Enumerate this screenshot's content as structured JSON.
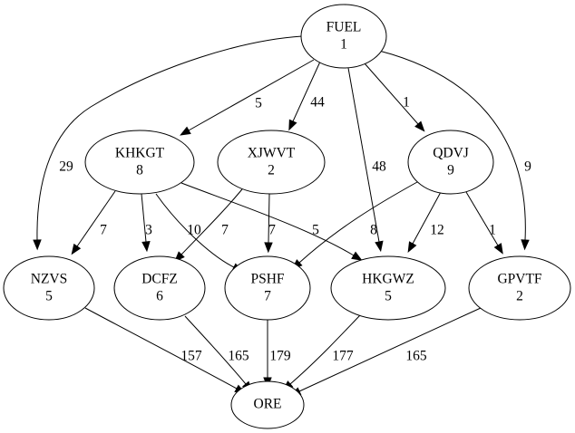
{
  "nodes": [
    {
      "id": "FUEL",
      "name": "FUEL",
      "value": "1"
    },
    {
      "id": "KHKGT",
      "name": "KHKGT",
      "value": "8"
    },
    {
      "id": "XJWVT",
      "name": "XJWVT",
      "value": "2"
    },
    {
      "id": "QDVJ",
      "name": "QDVJ",
      "value": "9"
    },
    {
      "id": "NZVS",
      "name": "NZVS",
      "value": "5"
    },
    {
      "id": "DCFZ",
      "name": "DCFZ",
      "value": "6"
    },
    {
      "id": "PSHF",
      "name": "PSHF",
      "value": "7"
    },
    {
      "id": "HKGWZ",
      "name": "HKGWZ",
      "value": "5"
    },
    {
      "id": "GPVTF",
      "name": "GPVTF",
      "value": "2"
    },
    {
      "id": "ORE",
      "name": "ORE",
      "value": ""
    }
  ],
  "edges": [
    {
      "from": "FUEL",
      "to": "NZVS",
      "label": "29"
    },
    {
      "from": "FUEL",
      "to": "KHKGT",
      "label": "5"
    },
    {
      "from": "FUEL",
      "to": "XJWVT",
      "label": "44"
    },
    {
      "from": "FUEL",
      "to": "HKGWZ",
      "label": "48"
    },
    {
      "from": "FUEL",
      "to": "QDVJ",
      "label": "1"
    },
    {
      "from": "FUEL",
      "to": "GPVTF",
      "label": "9"
    },
    {
      "from": "KHKGT",
      "to": "NZVS",
      "label": "7"
    },
    {
      "from": "KHKGT",
      "to": "DCFZ",
      "label": "3"
    },
    {
      "from": "KHKGT",
      "to": "PSHF",
      "label": "10"
    },
    {
      "from": "KHKGT",
      "to": "HKGWZ",
      "label": "5"
    },
    {
      "from": "XJWVT",
      "to": "DCFZ",
      "label": "7"
    },
    {
      "from": "XJWVT",
      "to": "PSHF",
      "label": "7"
    },
    {
      "from": "QDVJ",
      "to": "PSHF",
      "label": "8"
    },
    {
      "from": "QDVJ",
      "to": "HKGWZ",
      "label": "12"
    },
    {
      "from": "QDVJ",
      "to": "GPVTF",
      "label": "1"
    },
    {
      "from": "NZVS",
      "to": "ORE",
      "label": "157"
    },
    {
      "from": "DCFZ",
      "to": "ORE",
      "label": "165"
    },
    {
      "from": "PSHF",
      "to": "ORE",
      "label": "179"
    },
    {
      "from": "HKGWZ",
      "to": "ORE",
      "label": "177"
    },
    {
      "from": "GPVTF",
      "to": "ORE",
      "label": "165"
    }
  ]
}
